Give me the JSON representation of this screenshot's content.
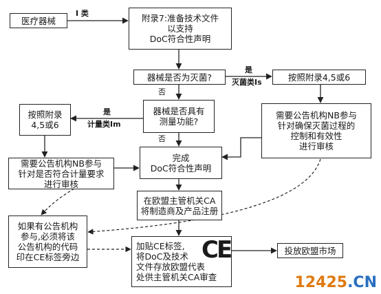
{
  "nodes": {
    "device": "医疗器械",
    "annex7": [
      "附录7:准备技术文件",
      "以支持",
      "DoC符合性声明"
    ],
    "sterile_q": "器械是否为灭菌?",
    "annex456_right": "按照附录4,5或6",
    "measure_q": [
      "器械是否具有",
      "测量功能?"
    ],
    "annex456_left": [
      "按照附录",
      "4,5或6"
    ],
    "nb_sterile": [
      "需要公告机构NB参与",
      "针对确保灭菌过程的",
      "控制和有效性",
      "进行审核"
    ],
    "nb_measure": [
      "需要公告机构NB参与",
      "针对是否符合计量要求",
      "进行审核"
    ],
    "complete_doc": [
      "完成",
      "DoC符合性声明"
    ],
    "ca_register": [
      "在欧盟主管机关CA",
      "将制造商及产品注册"
    ],
    "nb_code": [
      "如果有公告机构",
      "参与,必须将该",
      "公告机构的代码",
      "印在CE标签旁边"
    ],
    "affix_ce": [
      "加贴CE标签,",
      "将DoC及技术",
      "文件存放欧盟代表",
      "处供主管机关CA审查"
    ],
    "market": "投放欧盟市场"
  },
  "labels": {
    "class_i": "I 类",
    "yes_sterile": "是",
    "sterile_class": "灭菌类Is",
    "no_1": "否",
    "yes_measure": "是",
    "measure_class": "计量类Im",
    "no_2": "否"
  },
  "ce_mark": "CE",
  "watermark": {
    "number": "12425",
    "domain": ".CN"
  }
}
